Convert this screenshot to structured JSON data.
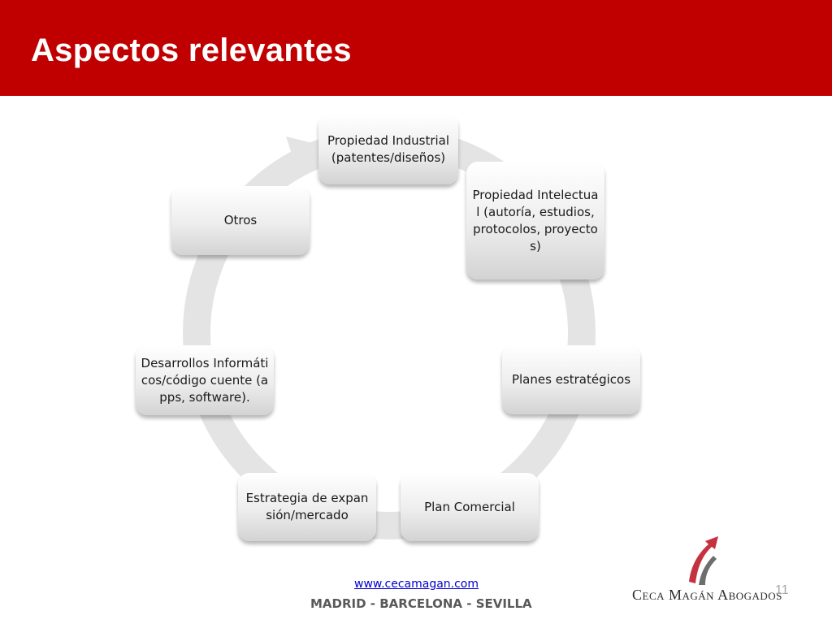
{
  "header": {
    "title": "Aspectos relevantes",
    "color": "#c00000"
  },
  "cycle": {
    "nodes": [
      {
        "label": "Propiedad Industrial (patentes/diseños)"
      },
      {
        "label": "Propiedad Intelectual (autoría, estudios, protocolos, proyectos)"
      },
      {
        "label": "Planes estratégicos"
      },
      {
        "label": "Plan Comercial"
      },
      {
        "label": "Estrategia de expansión/mercado"
      },
      {
        "label": "Desarrollos Informáticos/código cuente (apps, software)."
      },
      {
        "label": "Otros"
      }
    ]
  },
  "footer": {
    "url": "www.cecamagan.com",
    "cities": "MADRID - BARCELONA - SEVILLA",
    "logo_text": "Ceca Magán Abogados",
    "page_number": "11"
  }
}
